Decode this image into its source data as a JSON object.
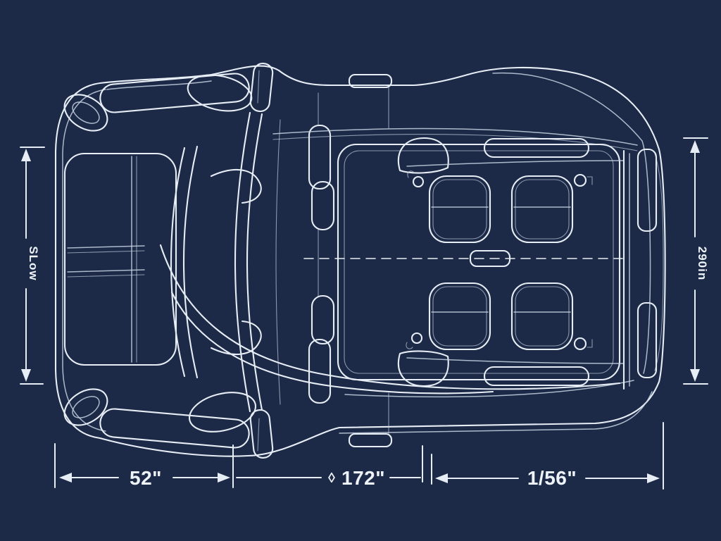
{
  "colors": {
    "bg": "#1c2a48",
    "line": "#e7edf4",
    "line-soft": "#c7d2e2",
    "text": "#eef3f8"
  },
  "diagram": {
    "type": "vehicle-blueprint-top-view",
    "dimensions": {
      "bottom": [
        {
          "label": "52\""
        },
        {
          "label": "172\"",
          "prefix_glyph": "◊"
        },
        {
          "label": "1/56\""
        }
      ],
      "left": {
        "label": "SLow"
      },
      "right": {
        "label": "290in"
      }
    }
  }
}
